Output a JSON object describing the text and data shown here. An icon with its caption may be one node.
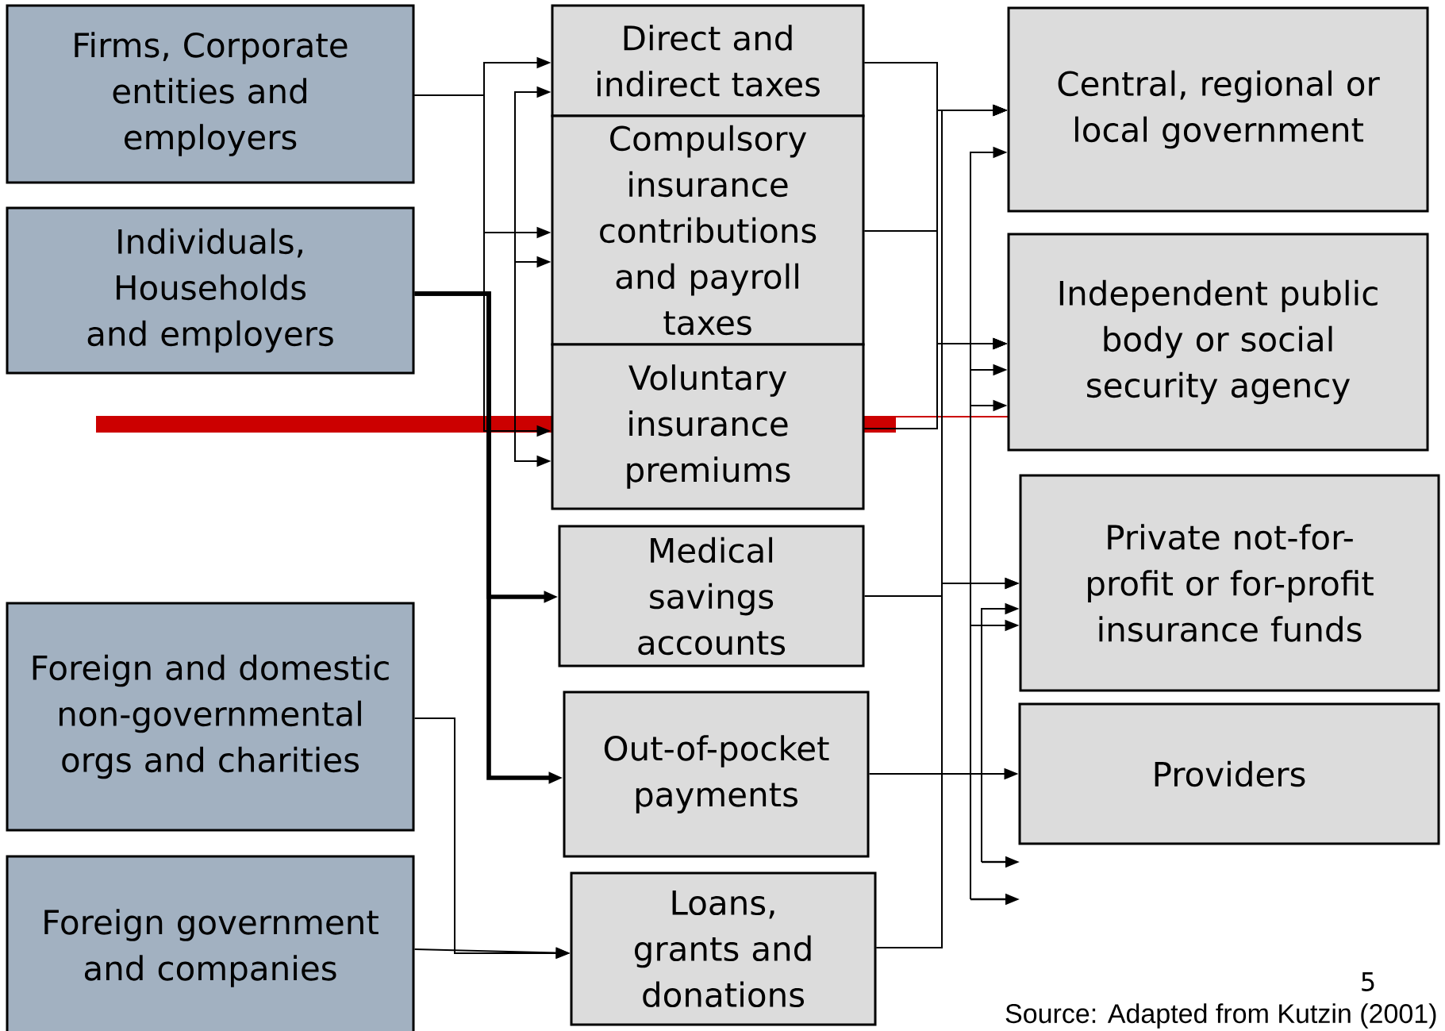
{
  "diagram": {
    "nodes": [
      {
        "text": [
          "Firms, Corporate entities and employers"
        ]
      },
      {
        "text": [
          "Individuals, Households and employers"
        ]
      },
      {
        "text": [
          "Foreign and domestic non-governmental orgs and charities"
        ]
      },
      {
        "text": [
          "Foreign government and companies"
        ]
      },
      {
        "text": [
          "Direct and indirect taxes"
        ]
      },
      {
        "text": [
          "Compulsory insurance contributions and payroll taxes"
        ]
      },
      {
        "text": [
          "Voluntary insurance premiums"
        ]
      },
      {
        "text": [
          "Medical savings accounts"
        ]
      },
      {
        "text": [
          "Out-of-pocket payments"
        ]
      },
      {
        "text": [
          "Loans, grants and donations"
        ]
      },
      {
        "text": [
          "Central, regional or local government"
        ]
      },
      {
        "text": [
          "Independent public body or social security agency"
        ]
      },
      {
        "text": [
          "Private not-for-profit or for-profit insurance funds"
        ]
      },
      {
        "text": [
          "Providers"
        ]
      }
    ],
    "edges": [
      {
        "from": 0,
        "to": 4,
        "arrow": "to"
      },
      {
        "from": 0,
        "to": 5,
        "arrow": "to"
      },
      {
        "from": 0,
        "to": 6,
        "arrow": "to"
      },
      {
        "from": null,
        "to": 4,
        "arrow": "to"
      },
      {
        "from": null,
        "to": 5,
        "arrow": "to"
      },
      {
        "from": null,
        "to": 6,
        "arrow": "to"
      },
      {
        "from": 1,
        "to": 7,
        "arrow": "to",
        "style": "thick"
      },
      {
        "from": 1,
        "to": 8,
        "arrow": "to",
        "style": "thick"
      },
      {
        "from": 2,
        "to": 9,
        "arrow": "to"
      },
      {
        "from": 3,
        "to": 9,
        "arrow": "to"
      },
      {
        "from": 4,
        "to": 10,
        "arrow": "to"
      },
      {
        "from": 4,
        "to": 11,
        "arrow": "to"
      },
      {
        "from": 5,
        "to": 10,
        "arrow": "to"
      },
      {
        "from": 5,
        "to": 11,
        "arrow": "to"
      },
      {
        "from": 6,
        "to": 10,
        "arrow": "to"
      },
      {
        "from": 6,
        "to": 11,
        "arrow": "to"
      },
      {
        "from": 7,
        "to": 12,
        "arrow": "to"
      },
      {
        "from": 9,
        "to": 12,
        "arrow": "to"
      },
      {
        "from": 9,
        "to": 10,
        "arrow": "to"
      },
      {
        "from": null,
        "to": 10,
        "arrow": "to"
      },
      {
        "from": null,
        "to": 11,
        "arrow": "to"
      },
      {
        "from": null,
        "to": 11,
        "arrow": "to"
      },
      {
        "from": null,
        "to": 12,
        "arrow": "to"
      },
      {
        "from": null,
        "to": 12,
        "arrow": "to"
      },
      {
        "from": 8,
        "to": 13,
        "arrow": "to"
      }
    ],
    "labels": [
      "5",
      "Source: Adapted from Kutzin (2001)"
    ]
  }
}
